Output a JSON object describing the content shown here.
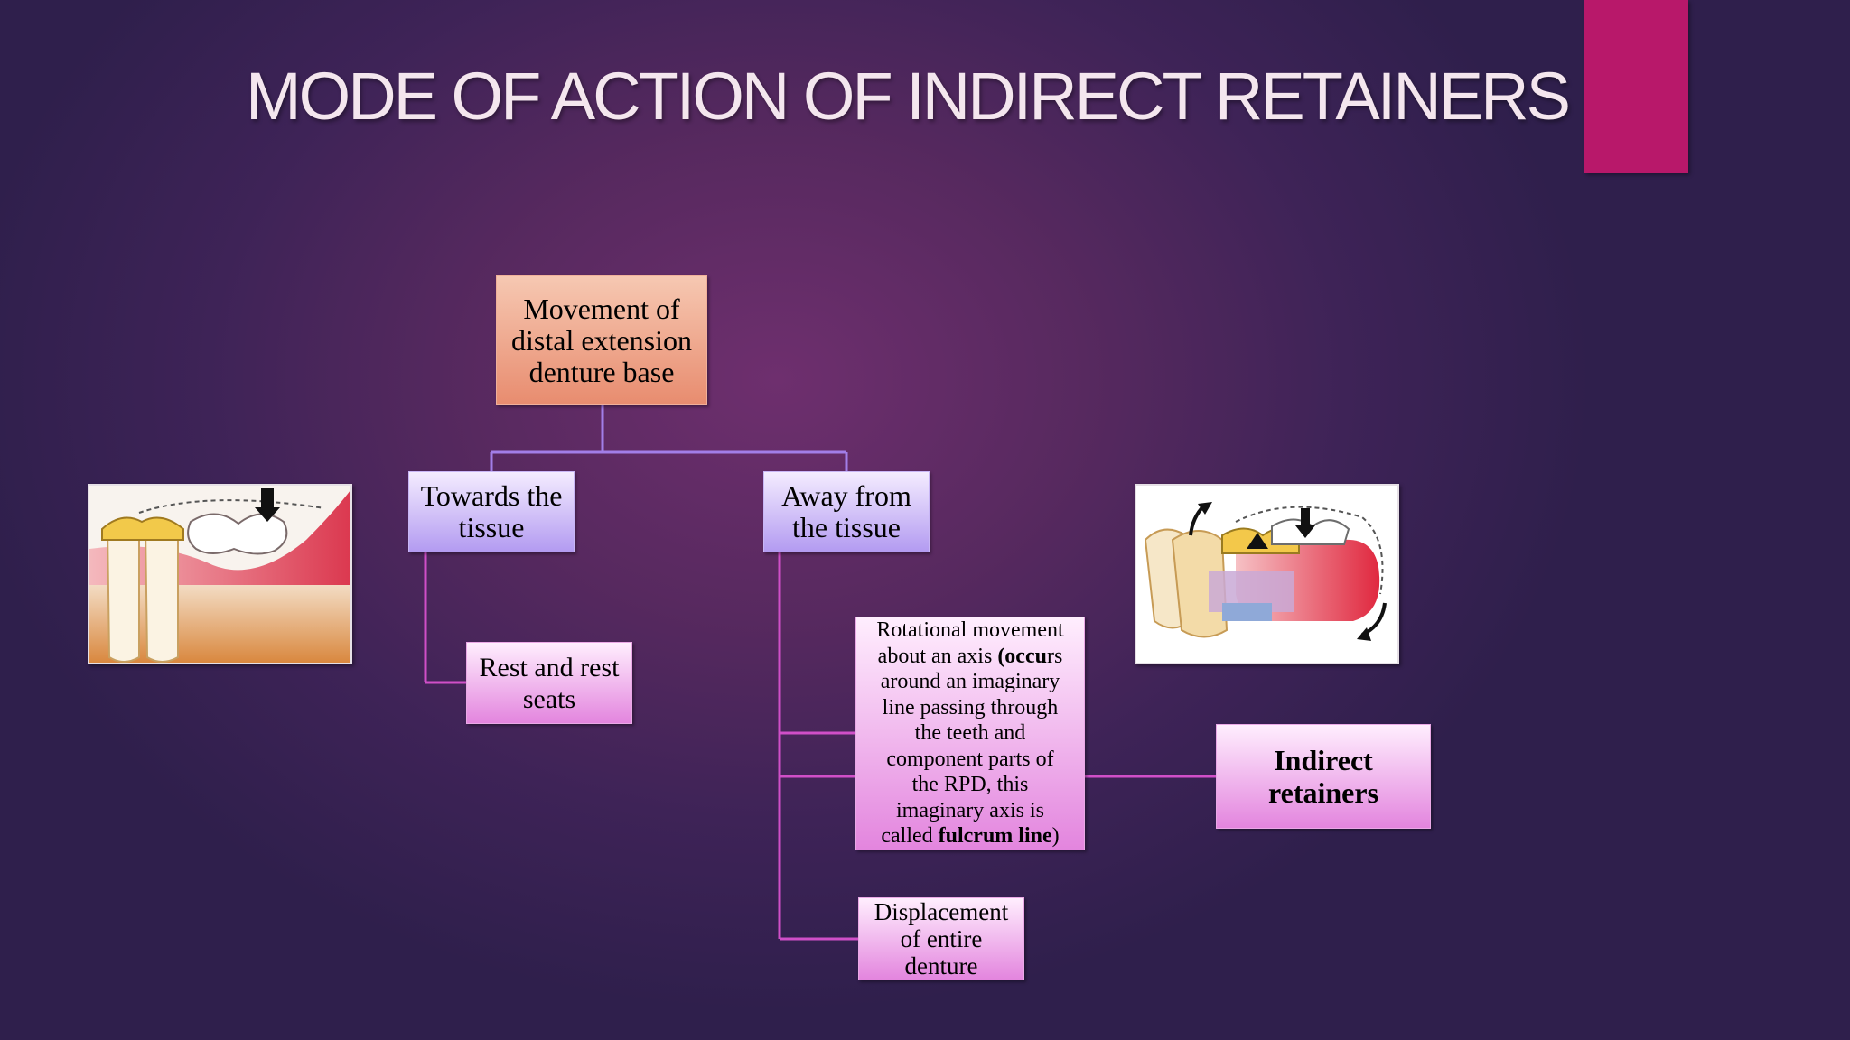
{
  "slide": {
    "title": "MODE OF ACTION OF INDIRECT RETAINERS",
    "accent_color": "#b8186a"
  },
  "diagram": {
    "root": {
      "lines": [
        "Movement of",
        "distal extension",
        "denture base"
      ]
    },
    "towards": {
      "lines": [
        "Towards the",
        "tissue"
      ]
    },
    "away": {
      "lines": [
        "Away from",
        "the tissue"
      ]
    },
    "rest": {
      "lines": [
        "Rest and rest",
        "seats"
      ]
    },
    "rotational": {
      "l1": "Rotational movement",
      "l2a": "about an axis ",
      "l2b": "(occu",
      "l2c": "rs",
      "l3": "around an imaginary",
      "l4": "line passing through",
      "l5": "the teeth and",
      "l6": "component parts of",
      "l7": "the RPD, this",
      "l8": "imaginary axis is",
      "l9a": "called ",
      "l9b": "fulcrum line",
      "l9c": ")"
    },
    "displacement": {
      "lines": [
        "Displacement",
        "of entire",
        "denture"
      ]
    },
    "indirect": {
      "lines": [
        "Indirect",
        "retainers"
      ]
    },
    "connector_colors": {
      "upper": "#a27ee8",
      "lower": "#d04fc8"
    }
  },
  "images": {
    "left": "rpd-tissue-ward-movement-illustration",
    "right": "rpd-rotation-fulcrum-illustration"
  }
}
